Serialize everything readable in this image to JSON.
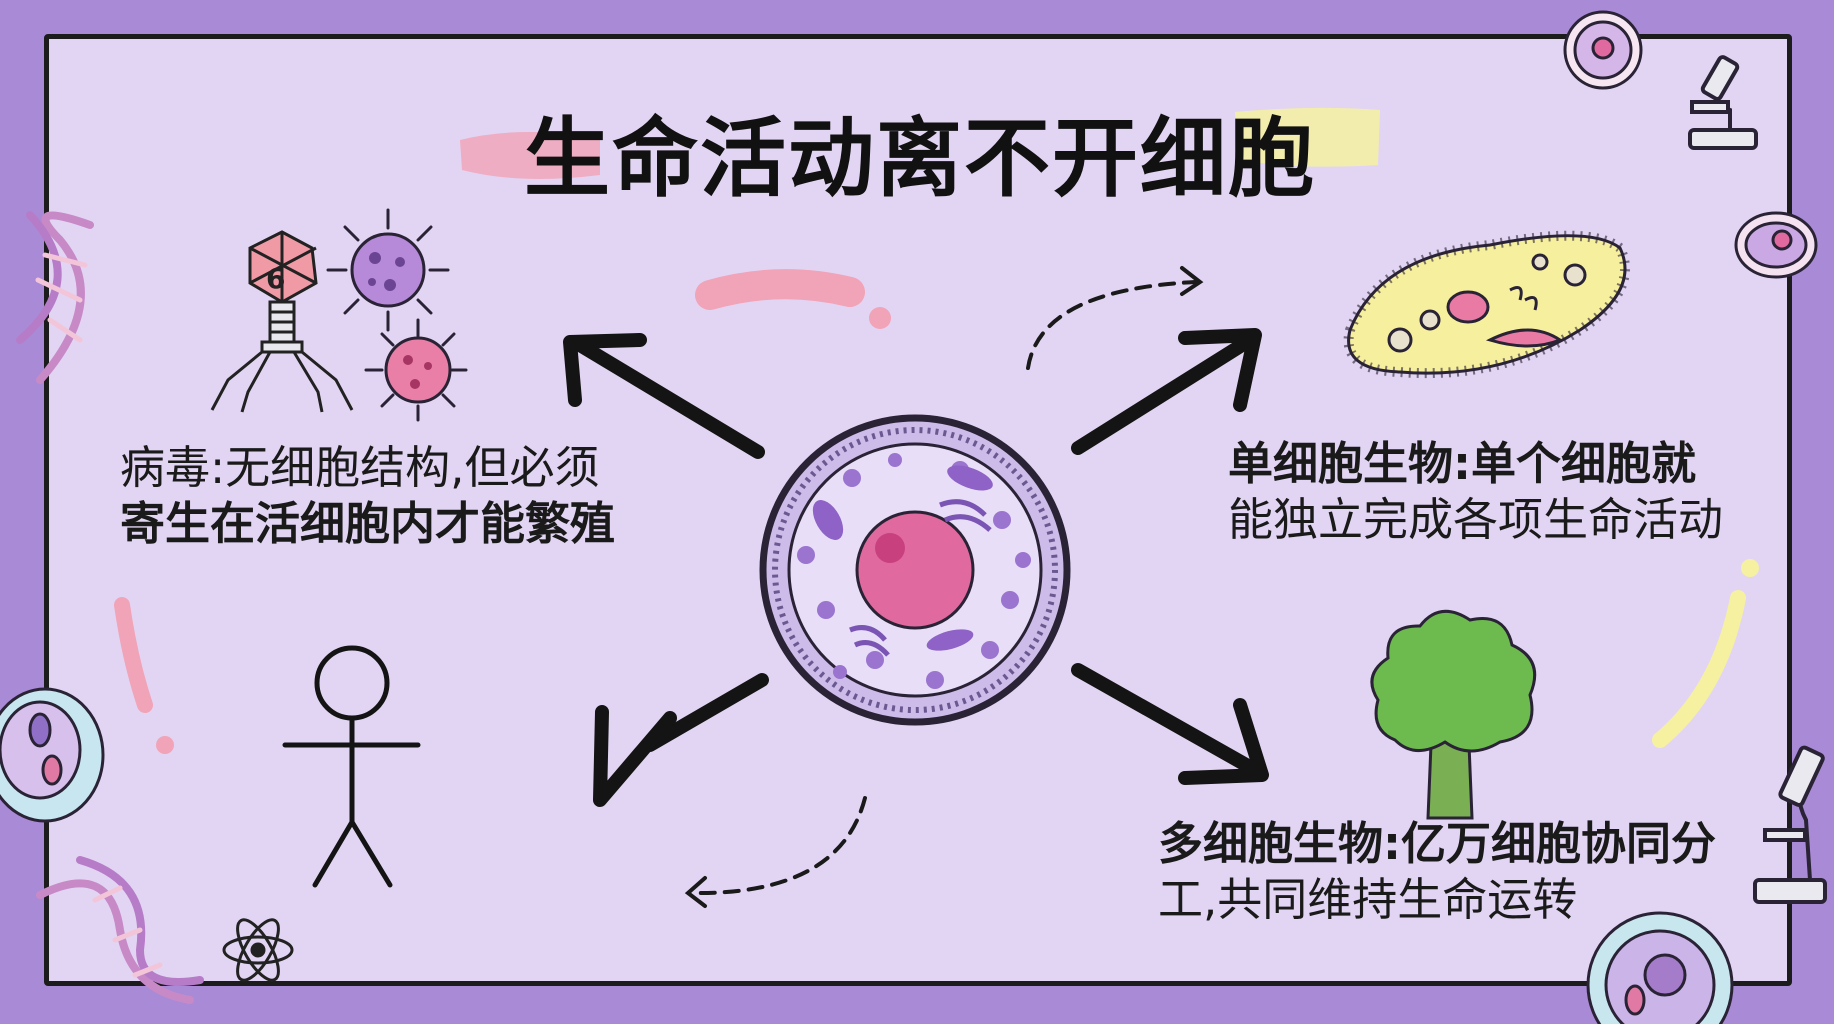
{
  "title": "生命活动离不开细胞",
  "virus": {
    "number": "6",
    "line1": "病毒:无细胞结构,但必须",
    "line2": "寄生在活细胞内才能繁殖"
  },
  "single_cell": {
    "line1": "单细胞生物:单个细胞就",
    "line2": "能独立完成各项生命活动"
  },
  "multi_cell": {
    "line1": "多细胞生物:亿万细胞协同分",
    "line2": "工,共同维持生命运转"
  },
  "colors": {
    "background": "#a98ad6",
    "board": "#e2d5f3",
    "pink": "#e98aa8",
    "purple": "#9b6fc8",
    "yellow": "#f4ec8a",
    "green": "#6dbb4e"
  }
}
